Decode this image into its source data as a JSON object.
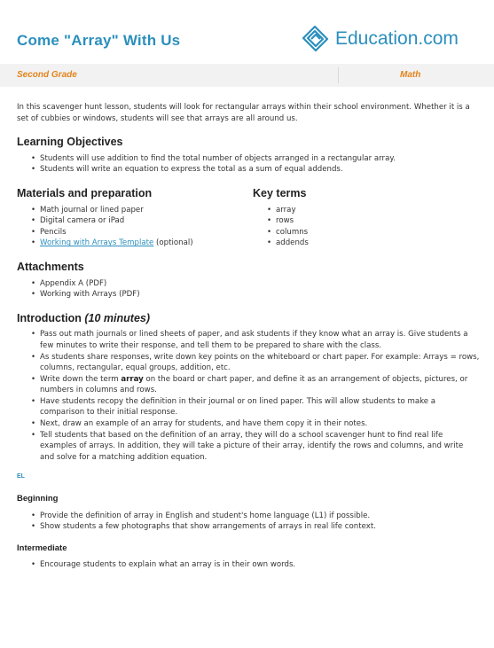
{
  "header": {
    "title": "Come \"Array\" With Us",
    "logo_text": "Education.com",
    "brand_color": "#2b8fbd"
  },
  "meta": {
    "grade": "Second Grade",
    "subject": "Math",
    "accent_color": "#e2831b"
  },
  "intro": "In this scavenger hunt lesson, students will look for rectangular arrays within their school environment. Whether it is a set of cubbies or windows, students will see that arrays are all around us.",
  "objectives": {
    "heading": "Learning Objectives",
    "items": [
      "Students will use addition to find the total number of objects arranged in a rectangular array.",
      "Students will write an equation to express the total as a sum of equal addends."
    ]
  },
  "materials": {
    "heading": "Materials and preparation",
    "items": [
      "Math journal or lined paper",
      "Digital camera or iPad",
      "Pencils"
    ],
    "link_text": "Working with Arrays Template",
    "link_suffix": " (optional)"
  },
  "key_terms": {
    "heading": "Key terms",
    "items": [
      "array",
      "rows",
      "columns",
      "addends"
    ]
  },
  "attachments": {
    "heading": "Attachments",
    "items": [
      "Appendix A (PDF)",
      "Working with Arrays (PDF)"
    ]
  },
  "introduction": {
    "heading": "Introduction",
    "duration": "(10 minutes)",
    "items": [
      "Pass out math journals or lined sheets of paper, and ask students if they know what an array is. Give students a few minutes to write their response, and tell them to be prepared to share with the class.",
      "As students share responses, write down key points on the whiteboard or chart paper. For example: Arrays = rows, columns, rectangular, equal groups, addition, etc."
    ],
    "term_before": "Write down the term ",
    "term_word": "array",
    "term_after": " on the board or chart paper, and define it as an arrangement of objects, pictures, or numbers in columns and rows.",
    "items_after": [
      "Have students recopy the definition in their journal or on lined paper. This will allow students to make a comparison to their initial response.",
      "Next, draw an example of an array for students, and have them copy it in their notes.",
      "Tell students that based on the definition of an array, they will do a school scavenger hunt to find real life examples of arrays. In addition, they will take a picture of their array, identify the rows and columns, and write and solve for a matching addition equation."
    ]
  },
  "el": {
    "tag": "EL",
    "beginning": {
      "heading": "Beginning",
      "items": [
        "Provide the definition of array in English and student's home language (L1) if possible.",
        "Show students a few photographs that show arrangements of arrays in real life context."
      ]
    },
    "intermediate": {
      "heading": "Intermediate",
      "items": [
        "Encourage students to explain what an array is in their own words."
      ]
    }
  }
}
